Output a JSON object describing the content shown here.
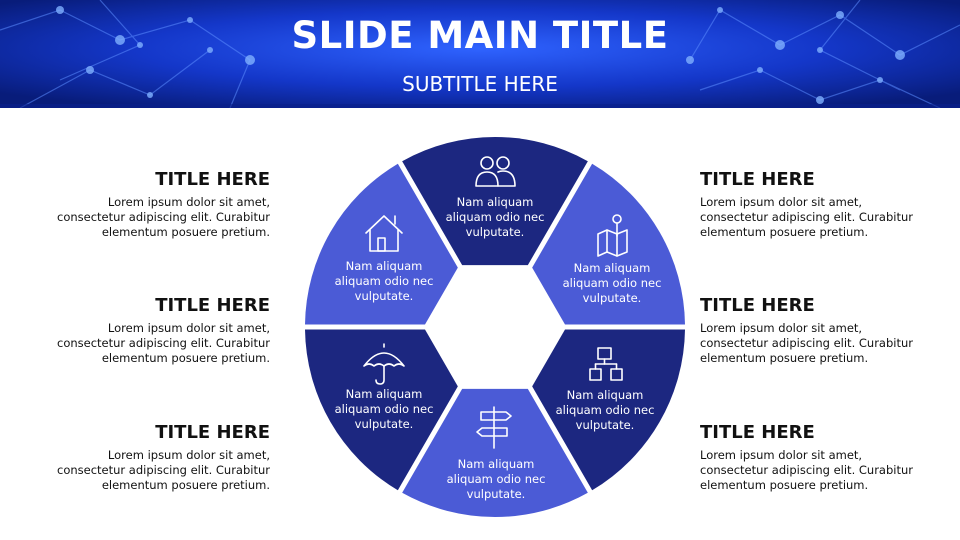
{
  "header": {
    "title": "SLIDE MAIN TITLE",
    "subtitle": "SUBTITLE HERE"
  },
  "colors": {
    "dark_segment": "#1c2780",
    "light_segment": "#4b5bd6",
    "header_bg": "#0d2fb8"
  },
  "left_blocks": [
    {
      "title": "TITLE HERE",
      "lines": [
        "Lorem ipsum dolor sit amet,",
        "consectetur adipiscing elit. Curabitur",
        "elementum posuere pretium."
      ]
    },
    {
      "title": "TITLE HERE",
      "lines": [
        "Lorem ipsum dolor sit amet,",
        "consectetur adipiscing elit. Curabitur",
        "elementum posuere pretium."
      ]
    },
    {
      "title": "TITLE HERE",
      "lines": [
        "Lorem ipsum dolor sit amet,",
        "consectetur adipiscing elit. Curabitur",
        "elementum posuere pretium."
      ]
    }
  ],
  "right_blocks": [
    {
      "title": "TITLE HERE",
      "lines": [
        "Lorem ipsum dolor sit amet,",
        "consectetur adipiscing elit. Curabitur",
        "elementum posuere pretium."
      ]
    },
    {
      "title": "TITLE HERE",
      "lines": [
        "Lorem ipsum dolor sit amet,",
        "consectetur adipiscing elit. Curabitur",
        "elementum posuere pretium."
      ]
    },
    {
      "title": "TITLE HERE",
      "lines": [
        "Lorem ipsum dolor sit amet,",
        "consectetur adipiscing elit. Curabitur",
        "elementum posuere pretium."
      ]
    }
  ],
  "segments": [
    {
      "icon": "users-icon",
      "lines": [
        "Nam aliquam",
        "aliquam odio nec",
        "vulputate."
      ]
    },
    {
      "icon": "map-pin-icon",
      "lines": [
        "Nam aliquam",
        "aliquam odio nec",
        "vulputate."
      ]
    },
    {
      "icon": "hierarchy-icon",
      "lines": [
        "Nam aliquam",
        "aliquam odio nec",
        "vulputate."
      ]
    },
    {
      "icon": "signpost-icon",
      "lines": [
        "Nam aliquam",
        "aliquam odio nec",
        "vulputate."
      ]
    },
    {
      "icon": "umbrella-icon",
      "lines": [
        "Nam aliquam",
        "aliquam odio nec",
        "vulputate."
      ]
    },
    {
      "icon": "home-icon",
      "lines": [
        "Nam aliquam",
        "aliquam odio nec",
        "vulputate."
      ]
    }
  ]
}
